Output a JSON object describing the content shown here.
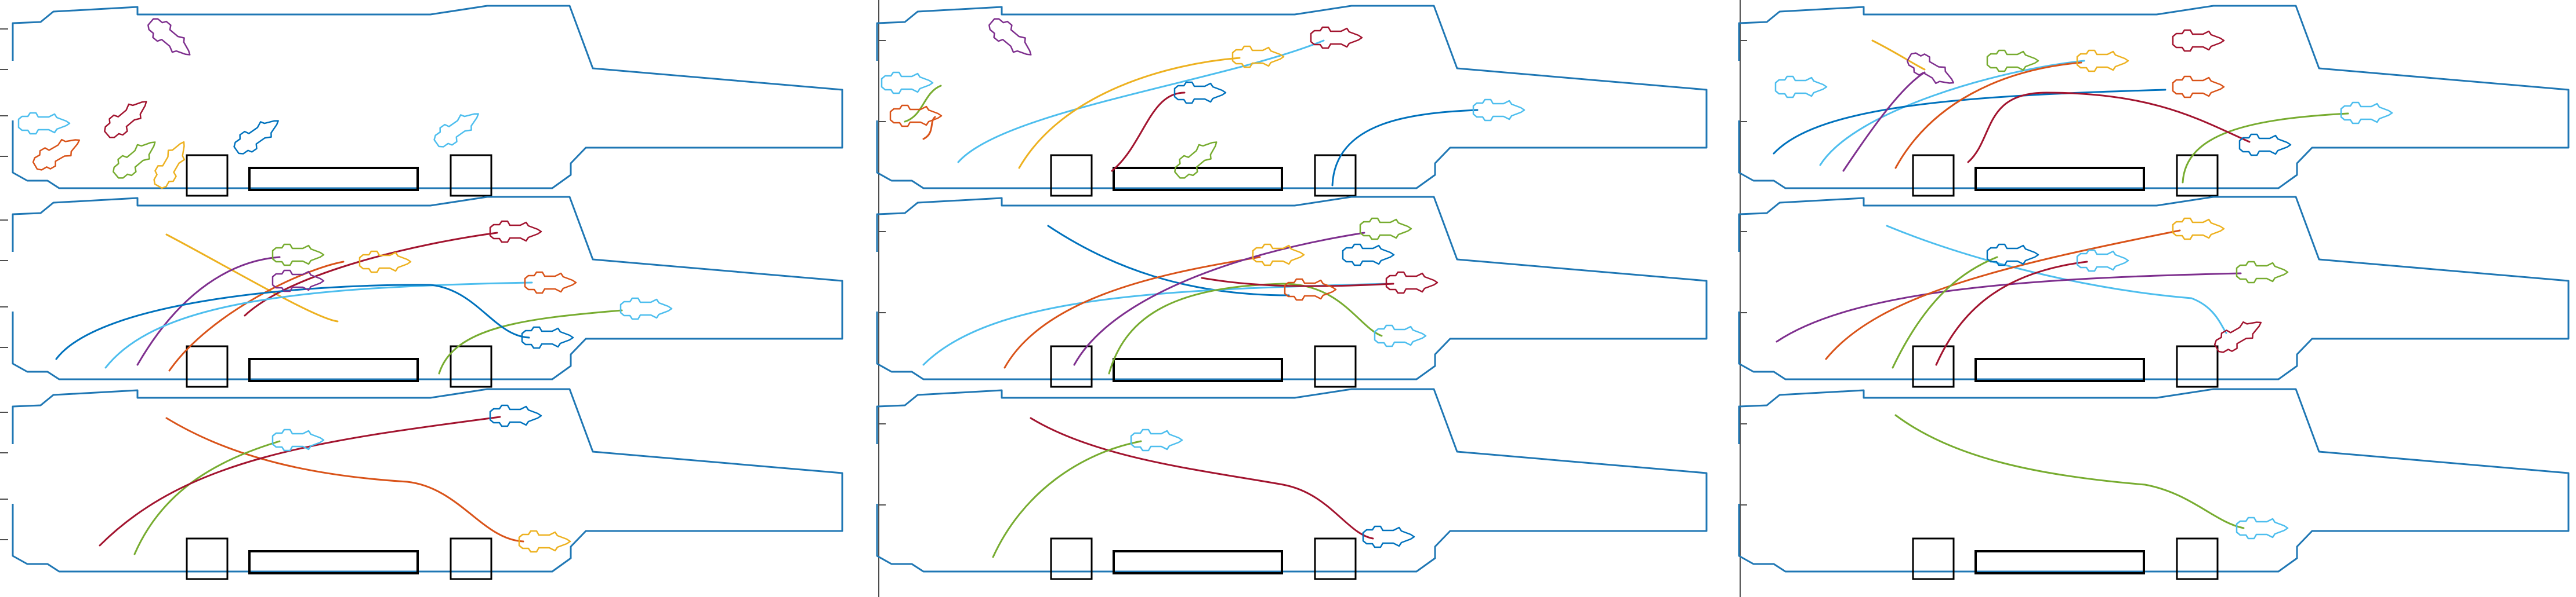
{
  "colors": {
    "deck_outline": "#1f77b4",
    "deck_boxes": "#000000",
    "divider": "#4d4d4d",
    "aircraft": {
      "blue": "#0072bd",
      "orange": "#d95319",
      "yellow": "#edb120",
      "purple": "#7e2f8e",
      "green": "#77ac30",
      "cyan": "#4dbeee",
      "red": "#a2142f"
    }
  },
  "layout": {
    "columns": 3,
    "rows_per_column": 3,
    "frames_total": 9
  },
  "frames": [
    {
      "column": 1,
      "row": 1,
      "aircraft_visible": [
        "purple",
        "cyan",
        "red",
        "orange",
        "green",
        "yellow",
        "blue",
        "cyan"
      ],
      "trajectories_visible": []
    },
    {
      "column": 1,
      "row": 2,
      "aircraft_visible": [
        "green",
        "yellow",
        "red",
        "purple",
        "orange",
        "cyan",
        "blue"
      ],
      "trajectories_visible": [
        "yellow",
        "green",
        "red",
        "purple",
        "orange",
        "cyan",
        "blue"
      ]
    },
    {
      "column": 1,
      "row": 3,
      "aircraft_visible": [
        "cyan",
        "blue",
        "yellow"
      ],
      "trajectories_visible": [
        "orange",
        "green",
        "red"
      ]
    },
    {
      "column": 2,
      "row": 1,
      "aircraft_visible": [
        "purple",
        "red",
        "yellow",
        "cyan",
        "orange",
        "blue",
        "green",
        "cyan"
      ],
      "trajectories_visible": [
        "cyan",
        "yellow",
        "red",
        "green",
        "orange",
        "blue"
      ]
    },
    {
      "column": 2,
      "row": 2,
      "aircraft_visible": [
        "yellow",
        "blue",
        "green",
        "red",
        "orange",
        "cyan"
      ],
      "trajectories_visible": [
        "blue",
        "cyan",
        "orange",
        "purple",
        "green",
        "red"
      ]
    },
    {
      "column": 2,
      "row": 3,
      "aircraft_visible": [
        "cyan",
        "blue"
      ],
      "trajectories_visible": [
        "red",
        "green"
      ]
    },
    {
      "column": 3,
      "row": 1,
      "aircraft_visible": [
        "purple",
        "green",
        "yellow",
        "red",
        "orange",
        "cyan",
        "blue",
        "cyan"
      ],
      "trajectories_visible": [
        "yellow",
        "cyan",
        "blue",
        "orange",
        "purple",
        "green",
        "red"
      ]
    },
    {
      "column": 3,
      "row": 2,
      "aircraft_visible": [
        "blue",
        "cyan",
        "yellow",
        "green",
        "red"
      ],
      "trajectories_visible": [
        "cyan",
        "purple",
        "orange",
        "green",
        "red"
      ]
    },
    {
      "column": 3,
      "row": 3,
      "aircraft_visible": [
        "cyan"
      ],
      "trajectories_visible": [
        "green"
      ]
    }
  ]
}
